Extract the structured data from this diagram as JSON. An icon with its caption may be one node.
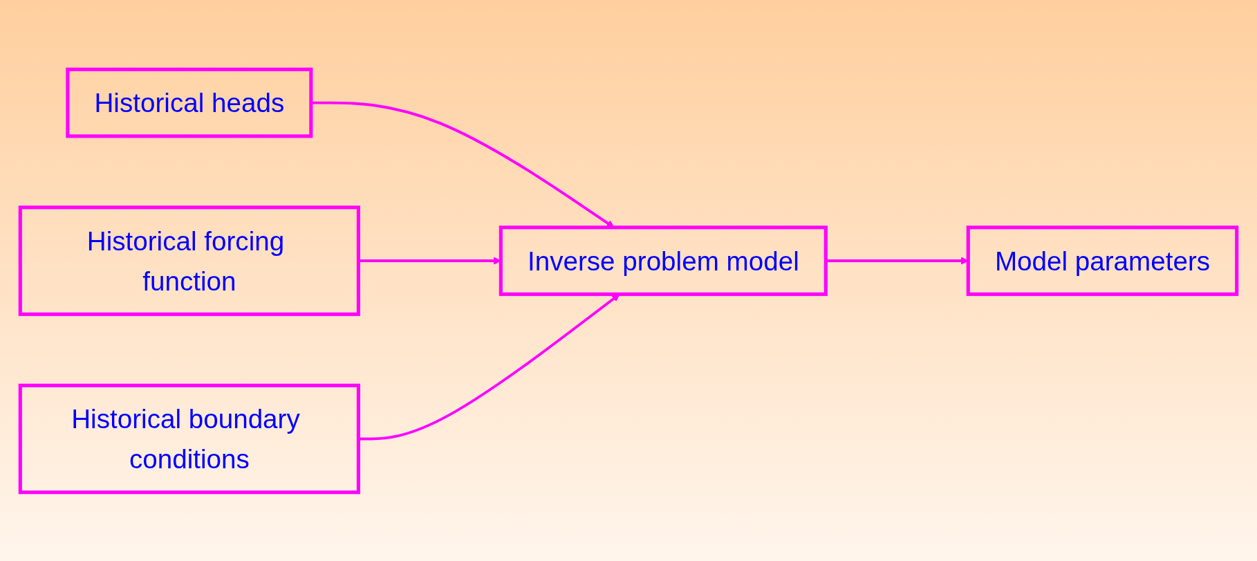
{
  "diagram": {
    "nodes": [
      {
        "text": [
          "Historical heads"
        ]
      },
      {
        "text": [
          "Historical forcing function"
        ]
      },
      {
        "text": [
          "Historical boundary conditions"
        ]
      },
      {
        "text": [
          "Inverse problem model"
        ]
      },
      {
        "text": [
          "Model parameters"
        ]
      }
    ],
    "edges": [
      {
        "from": 0,
        "to": 3,
        "arrow": "to"
      },
      {
        "from": 1,
        "to": 3,
        "arrow": "to"
      },
      {
        "from": 2,
        "to": 3,
        "arrow": "to"
      },
      {
        "from": 3,
        "to": 4,
        "arrow": "to"
      }
    ]
  }
}
